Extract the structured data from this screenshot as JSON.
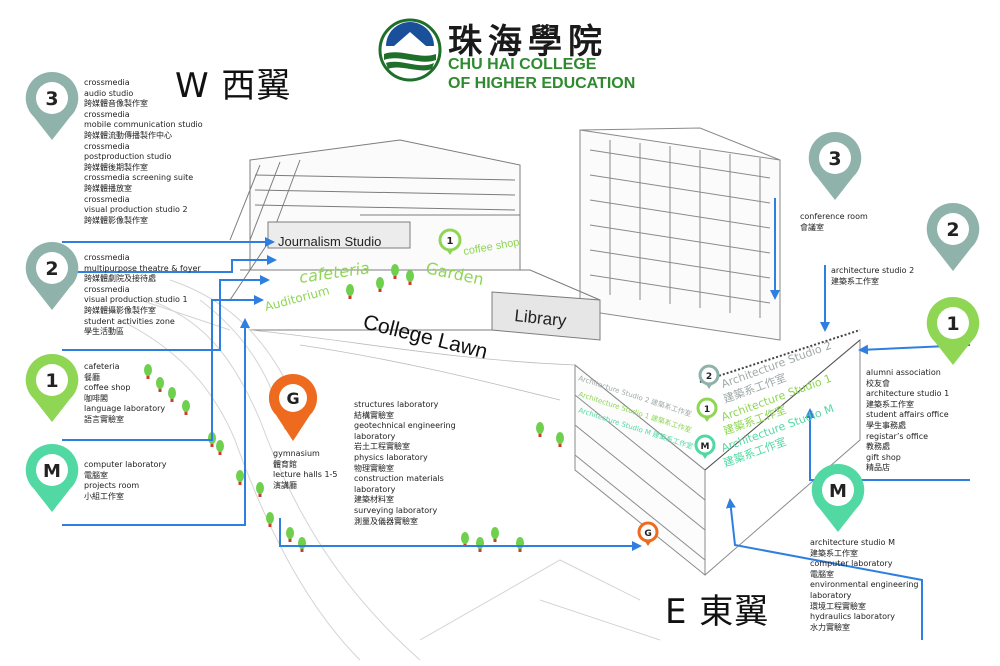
{
  "logo": {
    "chinese_name": "珠海學院",
    "english_line1": "CHU HAI COLLEGE",
    "english_line2": "OF HIGHER EDUCATION"
  },
  "wings": {
    "west": "W 西翼",
    "east": "E 東翼"
  },
  "colors": {
    "pin_3_2": "#8fb2aa",
    "pin_1": "#8ed654",
    "pin_m": "#52d8a3",
    "pin_g": "#ee6a1e",
    "arrow": "#2f7fe0",
    "label_green": "#8ed654",
    "tree_trunk": "#c8402c",
    "tree_leaf": "#6fd04d"
  },
  "west_pins": {
    "p3": {
      "marker": "3",
      "lines": [
        "crossmedia",
        "audio studio",
        "跨媒體音像製作室",
        "crossmedia",
        "mobile communication studio",
        "跨媒體流動傳播製作中心",
        "crossmedia",
        "postproduction studio",
        "跨媒體後期製作室",
        "crossmedia screening suite",
        "跨媒體播放室",
        "crossmedia",
        "visual production studio 2",
        "跨媒體影像製作室"
      ]
    },
    "p2": {
      "marker": "2",
      "lines": [
        "crossmedia",
        "multipurpose theatre & foyer",
        "跨媒體劇院及接待處",
        "crossmedia",
        "visual production studio 1",
        "跨媒體攝影像製作室",
        "student activities zone",
        "學生活動區"
      ]
    },
    "p1": {
      "marker": "1",
      "lines": [
        "cafeteria",
        "餐廳",
        "coffee shop",
        "咖啡閣",
        "language laboratory",
        "語言實驗室"
      ]
    },
    "pm": {
      "marker": "M",
      "lines": [
        "computer laboratory",
        "電腦室",
        "projects room",
        "小組工作室"
      ]
    }
  },
  "east_pins": {
    "p3": {
      "marker": "3",
      "lines": [
        "conference room",
        "會議室"
      ]
    },
    "p2": {
      "marker": "2",
      "lines": [
        "architecture studio 2",
        "建築系工作室"
      ]
    },
    "p1": {
      "marker": "1",
      "lines": [
        "alumni association",
        "校友會",
        "architecture studio 1",
        "建築系工作室",
        "student affairs office",
        "學生事務處",
        "registar’s office",
        "教務處",
        "gift shop",
        "精品店"
      ]
    },
    "pm": {
      "marker": "M",
      "lines": [
        "architecture studio M",
        "建築系工作室",
        "computer laboratory",
        "電腦室",
        "environmental engineering",
        "laboratory",
        "環境工程實驗室",
        "hydraulics laboratory",
        "水力實驗室"
      ]
    }
  },
  "center_pin": {
    "marker": "G",
    "lines_a": [
      "gymnasium",
      "體育館",
      "lecture halls 1-5",
      "演講廳"
    ],
    "lines_b": [
      "structures laboratory",
      "結構實驗室",
      "geotechnical engineering",
      "laboratory",
      "岩土工程實驗室",
      "physics laboratory",
      "物理實驗室",
      "construction materials",
      "laboratory",
      "建築材料室",
      "surveying laboratory",
      "測量及儀器實驗室"
    ]
  },
  "building_labels": {
    "journalism_studio": "Journalism Studio",
    "coffee_shop": "coffee shop",
    "cafeteria": "cafeteria",
    "garden": "Garden",
    "auditorium": "Auditorium",
    "library": "Library",
    "college_lawn": "College Lawn",
    "arch_studio_2_big": "Architecture Studio 2",
    "arch_studio_2_cn": "建築系工作室",
    "arch_studio_1_big": "Architecture Studio 1",
    "arch_studio_1_cn": "建築系工作室",
    "arch_studio_m_big": "Architecture Studio M",
    "arch_studio_m_cn": "建築系工作室",
    "arch_studio_2_small": "Architecture Studio 2 建築系工作室",
    "arch_studio_1_small": "Architecture Studio 1 建築系工作室",
    "arch_studio_m_small": "Architecture Studio M 建築系工作室",
    "mini_1": "1",
    "mini_2": "2",
    "mini_m": "M",
    "mini_g": "G"
  }
}
